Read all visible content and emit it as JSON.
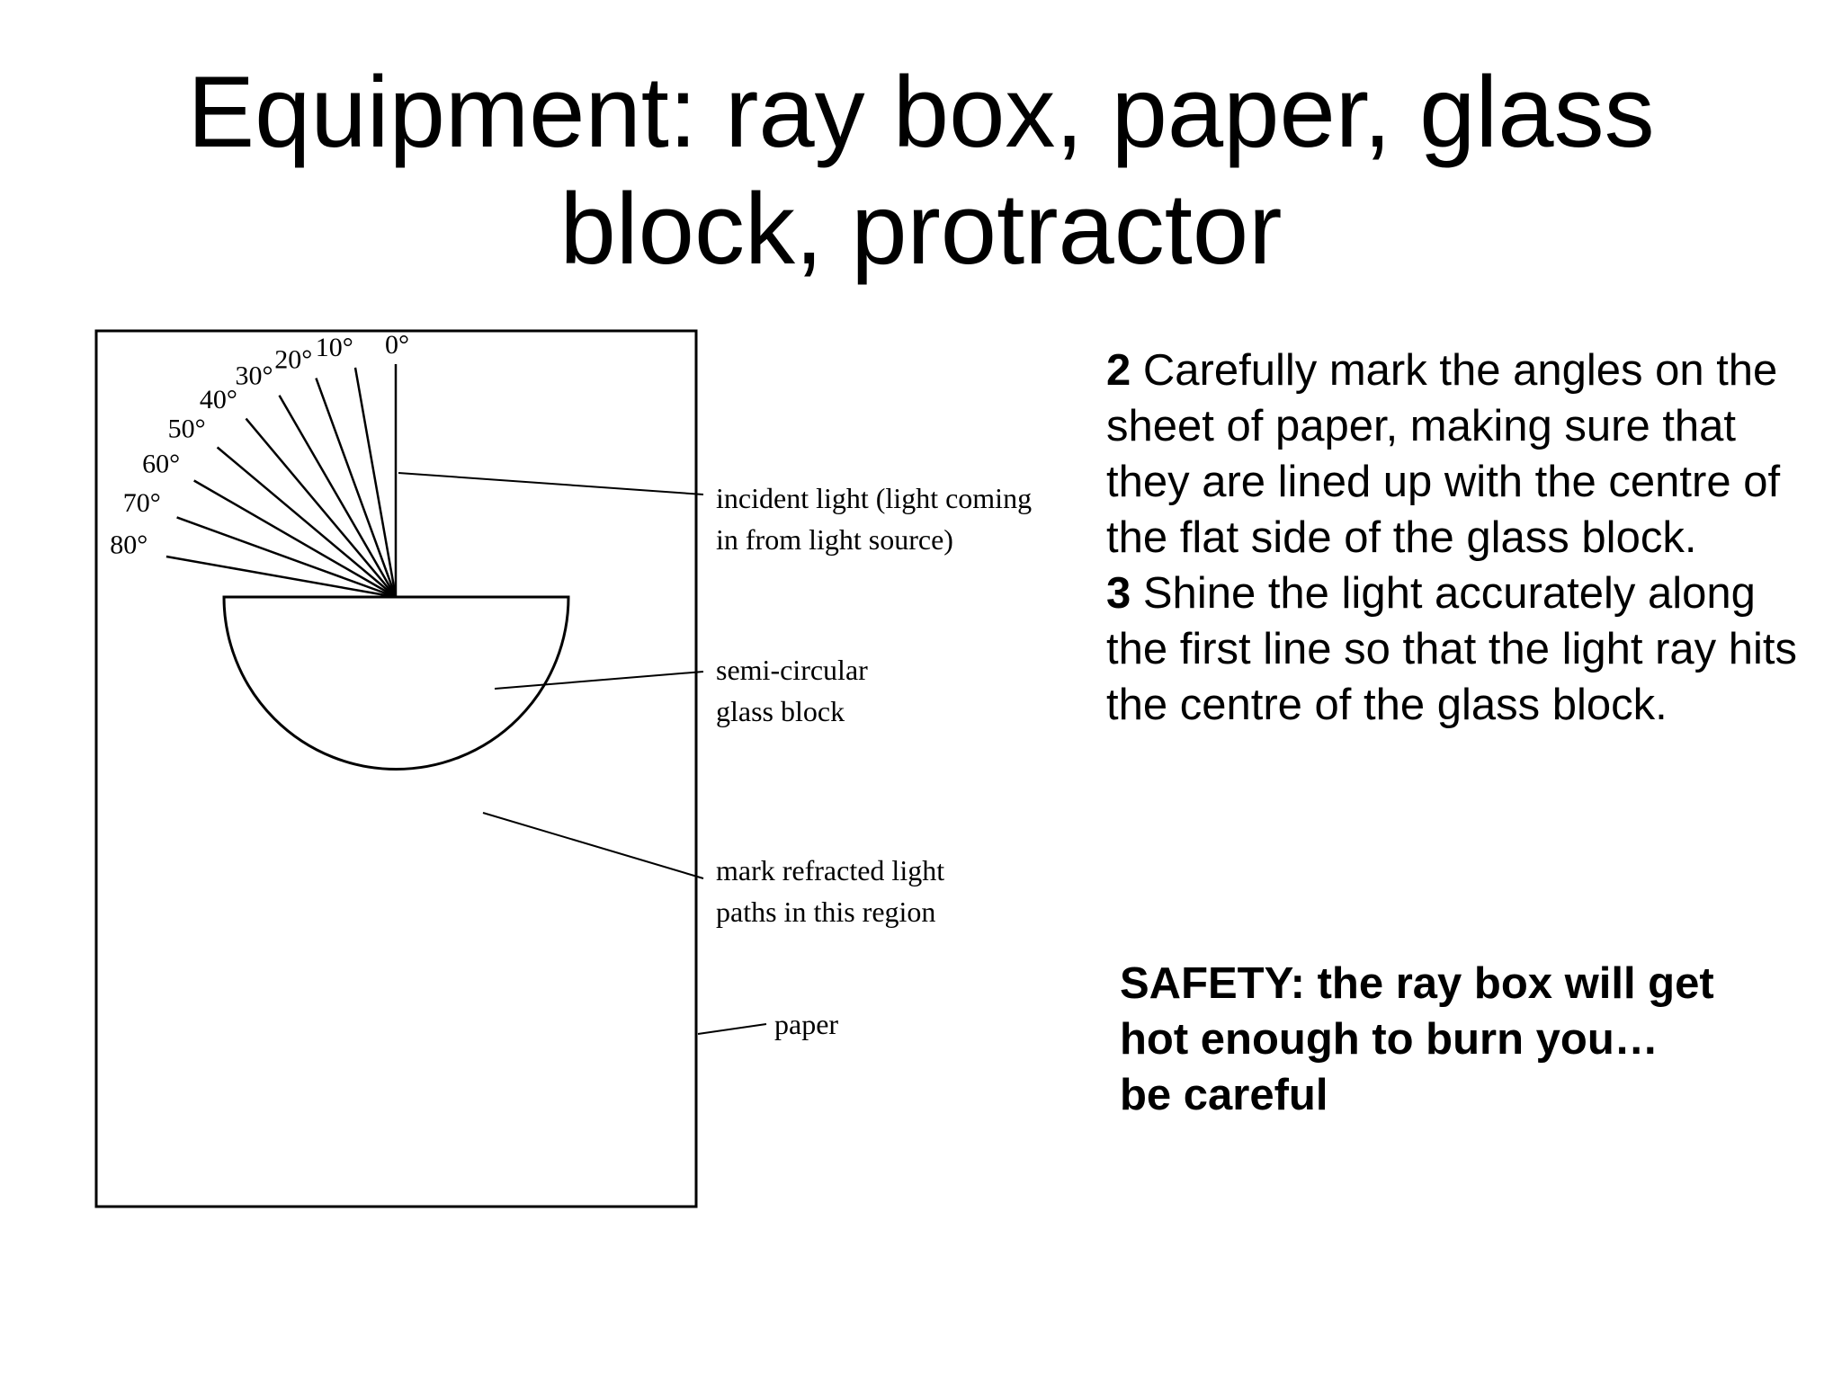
{
  "title": {
    "line1": "Equipment: ray box, paper, glass",
    "line2": "block, protractor"
  },
  "diagram": {
    "angles": [
      {
        "deg": 0,
        "label": "0°"
      },
      {
        "deg": 10,
        "label": "10°"
      },
      {
        "deg": 20,
        "label": "20°"
      },
      {
        "deg": 30,
        "label": "30°"
      },
      {
        "deg": 40,
        "label": "40°"
      },
      {
        "deg": 50,
        "label": "50°"
      },
      {
        "deg": 60,
        "label": "60°"
      },
      {
        "deg": 70,
        "label": "70°"
      },
      {
        "deg": 80,
        "label": "80°"
      }
    ],
    "callouts": {
      "incident": [
        "incident light (light coming",
        "in from light source)"
      ],
      "block": [
        "semi-circular",
        "glass block"
      ],
      "region": [
        "mark refracted light",
        "paths in this region"
      ],
      "paper": [
        "paper"
      ]
    }
  },
  "steps": [
    {
      "number": "2",
      "text": " Carefully mark the angles on the sheet of paper, making sure that they are lined up with the centre of the flat side of the glass block."
    },
    {
      "number": "3",
      "text": " Shine the light accurately along the first line so that the light ray hits the centre of the glass block."
    }
  ],
  "safety": {
    "line1": "SAFETY: the ray box will get",
    "line2": "hot enough to burn you…",
    "line3": "be careful"
  }
}
